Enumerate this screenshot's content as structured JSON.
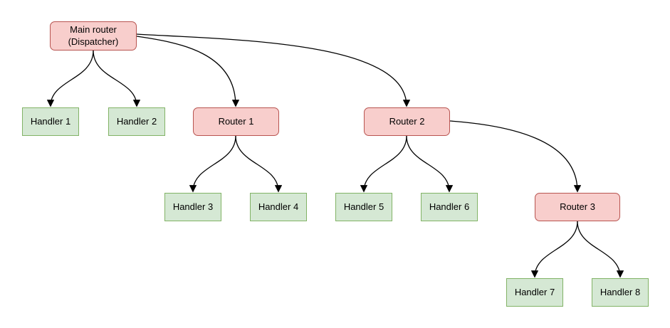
{
  "colors": {
    "canvas-bg": "#ffffff",
    "router-fill": "#f8cecc",
    "router-stroke": "#b85450",
    "handler-fill": "#d5e8d4",
    "handler-stroke": "#82b366",
    "edge": "#000000",
    "text": "#000000"
  },
  "nodes": {
    "main": {
      "type": "router",
      "label_line1": "Main router",
      "label_line2": "(Dispatcher)"
    },
    "router1": {
      "type": "router",
      "label": "Router 1"
    },
    "router2": {
      "type": "router",
      "label": "Router 2"
    },
    "router3": {
      "type": "router",
      "label": "Router 3"
    },
    "handler1": {
      "type": "handler",
      "label": "Handler 1"
    },
    "handler2": {
      "type": "handler",
      "label": "Handler 2"
    },
    "handler3": {
      "type": "handler",
      "label": "Handler 3"
    },
    "handler4": {
      "type": "handler",
      "label": "Handler 4"
    },
    "handler5": {
      "type": "handler",
      "label": "Handler 5"
    },
    "handler6": {
      "type": "handler",
      "label": "Handler 6"
    },
    "handler7": {
      "type": "handler",
      "label": "Handler 7"
    },
    "handler8": {
      "type": "handler",
      "label": "Handler 8"
    }
  },
  "edges": [
    {
      "from": "main",
      "to": "handler1"
    },
    {
      "from": "main",
      "to": "handler2"
    },
    {
      "from": "main",
      "to": "router1"
    },
    {
      "from": "main",
      "to": "router2"
    },
    {
      "from": "router1",
      "to": "handler3"
    },
    {
      "from": "router1",
      "to": "handler4"
    },
    {
      "from": "router2",
      "to": "handler5"
    },
    {
      "from": "router2",
      "to": "handler6"
    },
    {
      "from": "router2",
      "to": "router3"
    },
    {
      "from": "router3",
      "to": "handler7"
    },
    {
      "from": "router3",
      "to": "handler8"
    }
  ]
}
